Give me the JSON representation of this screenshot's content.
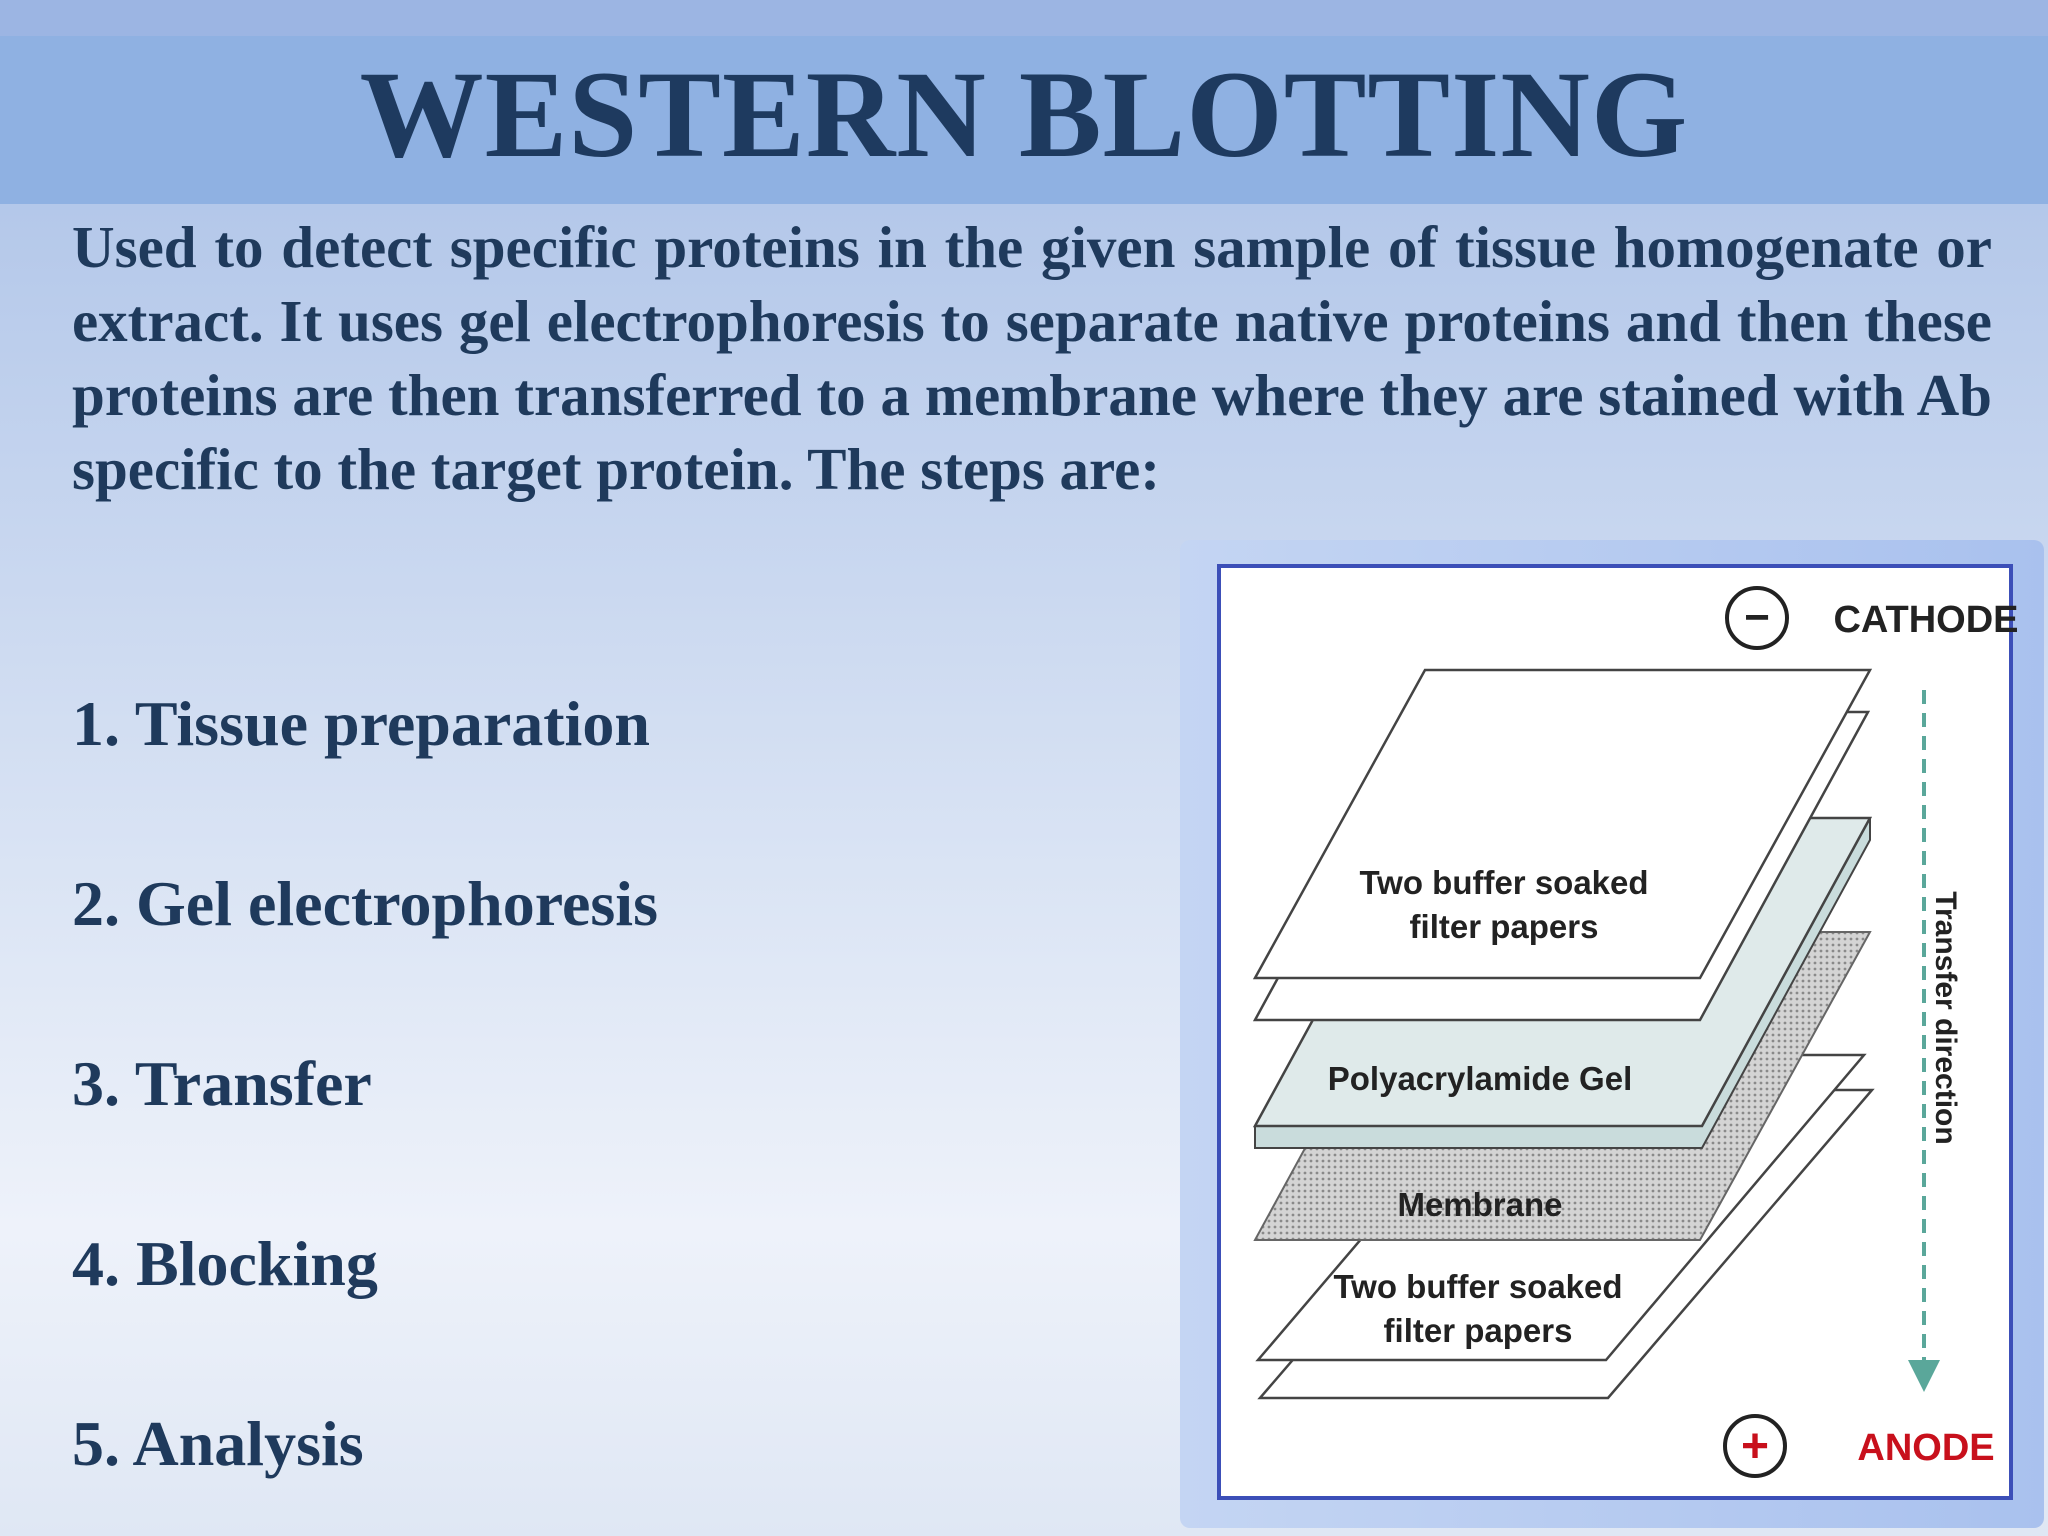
{
  "slide": {
    "title": "WESTERN BLOTTING",
    "intro": "Used to detect specific proteins in the given sample of tissue homogenate or extract. It uses gel electrophoresis to separate native proteins and then these proteins are then transferred to a membrane where they are stained with Ab specific to the target protein. The steps are:",
    "steps": [
      "1. Tissue preparation",
      "2. Gel electrophoresis",
      "3. Transfer",
      "4. Blocking",
      "5. Analysis"
    ]
  },
  "diagram": {
    "cathode_label": "CATHODE",
    "anode_label": "ANODE",
    "cathode_sign": "−",
    "anode_sign": "+",
    "top_filter_line1": "Two buffer soaked",
    "top_filter_line2": "filter papers",
    "gel_label": "Polyacrylamide Gel",
    "membrane_label": "Membrane",
    "bottom_filter_line1": "Two buffer soaked",
    "bottom_filter_line2": "filter papers",
    "direction_label": "Transfer direction",
    "colors": {
      "anode_red": "#c8101c",
      "arrow_teal": "#5aa79a",
      "gel_fill": "#dfeaea",
      "membrane_fill": "#c8c8c8",
      "frame_blue": "#3c4fb8"
    }
  }
}
